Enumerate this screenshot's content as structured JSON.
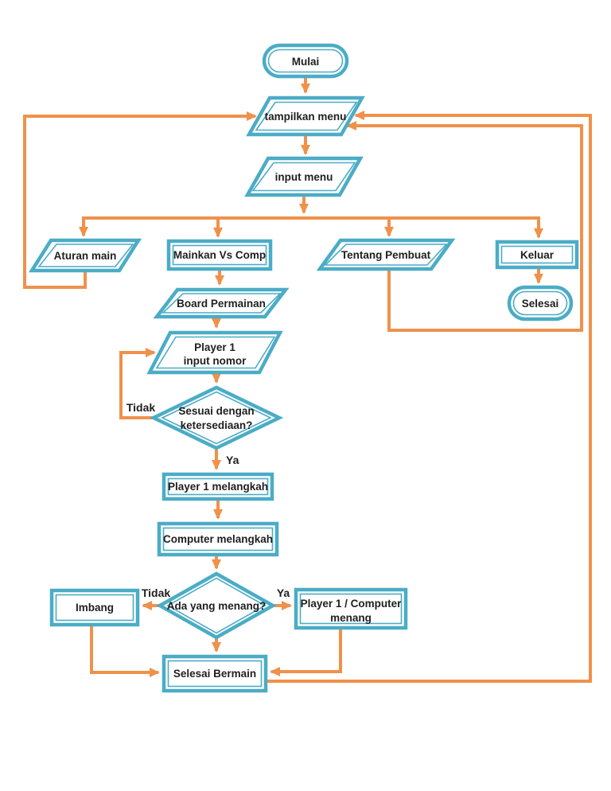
{
  "diagram": {
    "colors": {
      "shape_border": "#4BACC6",
      "arrow": "#F0914B",
      "text": "#1F1F1F",
      "background": "#FFFFFF"
    },
    "nodes": {
      "mulai": {
        "type": "terminator",
        "label": "Mulai"
      },
      "tampilkan_menu": {
        "type": "io",
        "label": "tampilkan menu"
      },
      "input_menu": {
        "type": "io",
        "label": "input menu"
      },
      "aturan_main": {
        "type": "io",
        "label": "Aturan main"
      },
      "mainkan_vs_comp": {
        "type": "process",
        "label": "Mainkan Vs Comp"
      },
      "tentang_pembuat": {
        "type": "io",
        "label": "Tentang Pembuat"
      },
      "keluar": {
        "type": "process",
        "label": "Keluar"
      },
      "selesai": {
        "type": "terminator",
        "label": "Selesai"
      },
      "board_permainan": {
        "type": "io",
        "label": "Board Permainan"
      },
      "player1_input_nomor": {
        "type": "io",
        "line1": "Player 1",
        "line2": "input nomor"
      },
      "cek_ketersediaan": {
        "type": "decision",
        "line1": "Sesuai dengan",
        "line2": "ketersediaan?"
      },
      "player1_melangkah": {
        "type": "process",
        "label": "Player 1 melangkah"
      },
      "computer_melangkah": {
        "type": "process",
        "label": "Computer melangkah"
      },
      "ada_yang_menang": {
        "type": "decision",
        "label": "Ada yang menang?"
      },
      "imbang": {
        "type": "process",
        "label": "Imbang"
      },
      "pemenang": {
        "type": "process",
        "line1": "Player 1 / Computer",
        "line2": "menang"
      },
      "selesai_bermain": {
        "type": "process",
        "label": "Selesai Bermain"
      }
    },
    "edge_labels": {
      "d1_yes": "Ya",
      "d1_no": "Tidak",
      "d2_yes": "Ya",
      "d2_no": "Tidak"
    }
  }
}
